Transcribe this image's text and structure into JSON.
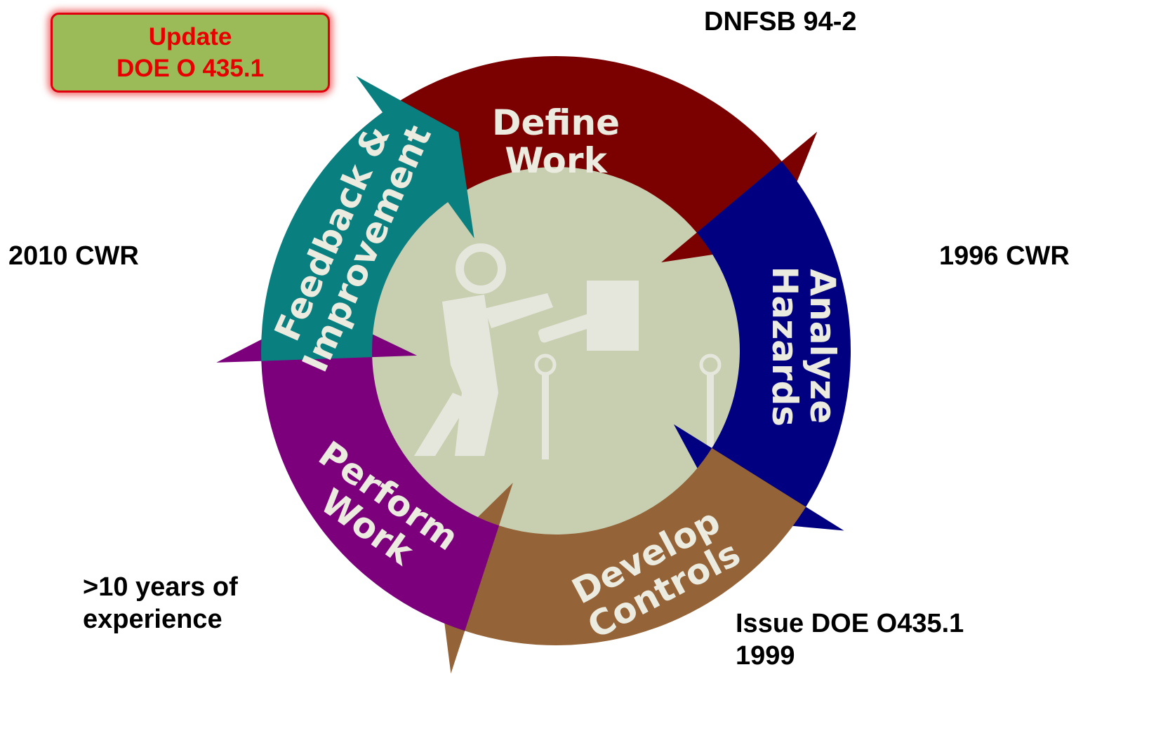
{
  "update_box": {
    "line1": "Update",
    "line2": "DOE O 435.1"
  },
  "annotations": {
    "top_right": "DNFSB 94-2",
    "left": "2010 CWR",
    "right": "1996 CWR",
    "bottom_left_line1": ">10 years of",
    "bottom_left_line2": "experience",
    "bottom_right_line1": "Issue DOE O435.1",
    "bottom_right_line2": "1999"
  },
  "cycle": {
    "stages": [
      {
        "line1": "Define",
        "line2": "Work",
        "color": "#7b0000"
      },
      {
        "line1": "Analyze",
        "line2": "Hazards",
        "color": "#000080"
      },
      {
        "line1": "Develop",
        "line2": "Controls",
        "color": "#946337"
      },
      {
        "line1": "Perform",
        "line2": "Work",
        "color": "#7c007c"
      },
      {
        "line1": "Feedback &",
        "line2": "Improvement",
        "color": "#0a7f7f"
      }
    ],
    "center_color": "#c8cfb0",
    "figure_color": "#e6e7dc"
  }
}
